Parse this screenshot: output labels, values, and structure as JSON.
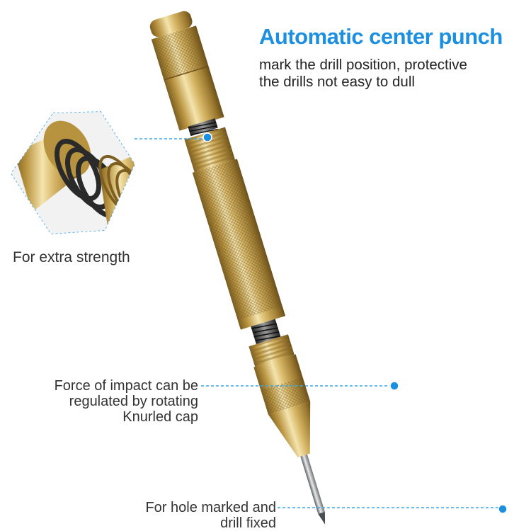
{
  "title": "Automatic center punch",
  "subtitle": {
    "line1": "mark the drill position, protective",
    "line2": "the drills not easy to dull"
  },
  "labels": {
    "strength": "For extra strength",
    "impact": {
      "line1": "Force of impact can be",
      "line2": "regulated by rotating",
      "line3": "Knurled cap"
    },
    "hole": {
      "line1": "For hole marked and",
      "line2": "drill fixed"
    }
  },
  "colors": {
    "accent": "#1c8fe0",
    "brass": "#c9a24a",
    "text": "#333333",
    "callout_line": "#3aa5e6"
  },
  "icons": {
    "punch": "center-punch-illustration",
    "detail": "spring-detail-hexagon"
  }
}
